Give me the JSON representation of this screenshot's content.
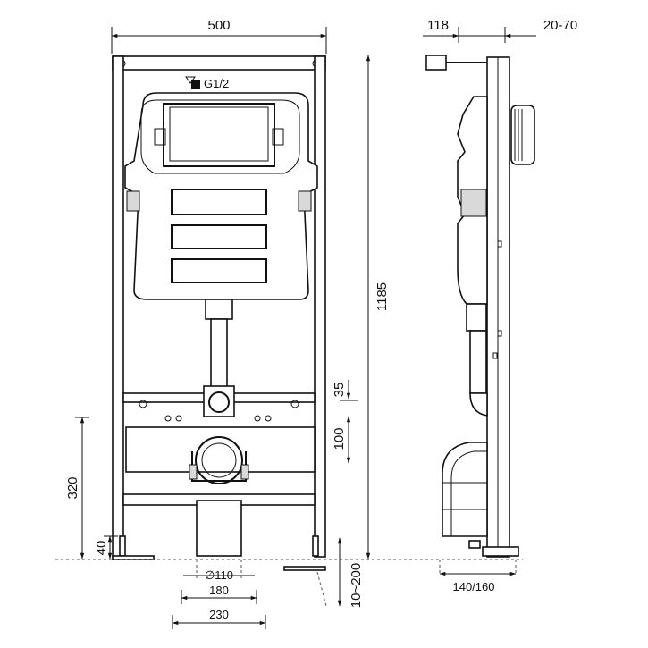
{
  "dimensions": {
    "width_total": "500",
    "side_depth": "118",
    "side_adjust": "20-70",
    "height_total": "1185",
    "inlet_label": "G1/2",
    "gap_35": "35",
    "gap_100": "100",
    "height_320": "320",
    "height_40": "40",
    "floor_adjust": "10~200",
    "pipe_dia": "∅110",
    "width_180": "180",
    "width_230": "230",
    "foot_depth": "140/160"
  }
}
